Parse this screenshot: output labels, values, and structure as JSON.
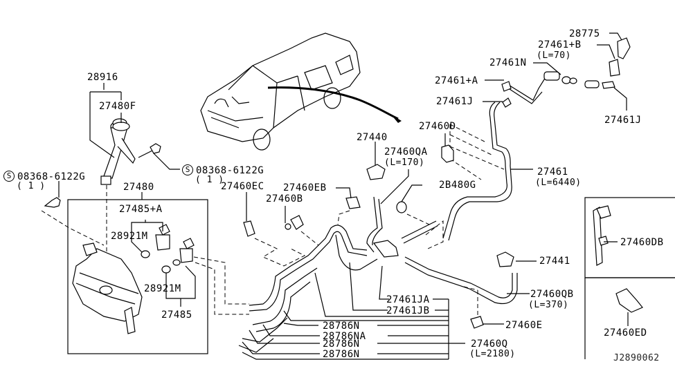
{
  "diagram": {
    "title": "Windshield Washer System Parts Diagram",
    "diagram_id": "J2890062",
    "callouts": {
      "p28916": "28916",
      "p27480F": "27480F",
      "p08368_left": "08368-6122G",
      "p08368_left_qty": "( 1 )",
      "p08368_right": "08368-6122G",
      "p08368_right_qty": "( 1 )",
      "p27480": "27480",
      "p27485A": "27485+A",
      "p28921M_a": "28921M",
      "p28921M_b": "28921M",
      "p27485": "27485",
      "p27460EC": "27460EC",
      "p27460EB": "27460EB",
      "p27460B": "27460B",
      "p27440": "27440",
      "p27460QA": "27460QA",
      "p27460QA_len": "(L=170)",
      "p28480G": "2B480G",
      "p27460D": "27460D",
      "p27461": "27461",
      "p27461_len": "(L=6440)",
      "p27461A": "27461+A",
      "p27461J_left": "27461J",
      "p27461N": "27461N",
      "p27461B": "27461+B",
      "p27461B_len": "(L=70)",
      "p28775": "28775",
      "p27461J_right": "27461J",
      "p27441": "27441",
      "p27460QB": "27460QB",
      "p27460QB_len": "(L=370)",
      "p27460E": "27460E",
      "p27461JA": "27461JA",
      "p27461JB": "27461JB",
      "p28786N_1": "28786N",
      "p28786NA": "28786NA",
      "p28786N_2": "28786N",
      "p28786N_3": "28786N",
      "p27460Q": "27460Q",
      "p27460Q_len": "(L=2180)",
      "p27460DB": "27460DB",
      "p27460ED": "27460ED"
    },
    "symbols": {
      "screw_marker": "S"
    }
  }
}
